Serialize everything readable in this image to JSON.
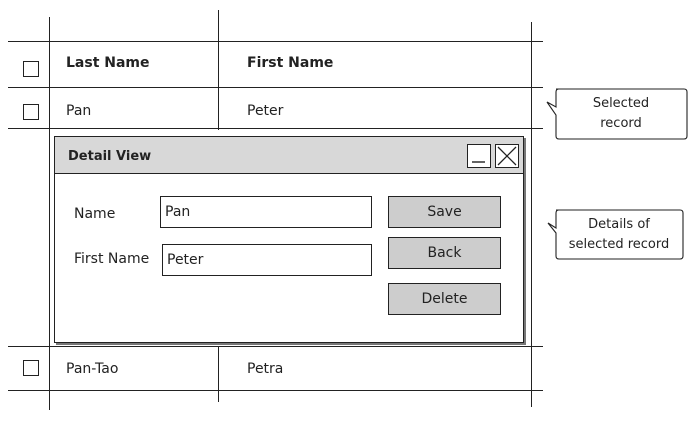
{
  "table": {
    "headers": {
      "last_name": "Last Name",
      "first_name": "First Name"
    },
    "rows": [
      {
        "last_name": "Pan",
        "first_name": "Peter"
      },
      {
        "last_name": "Pan-Tao",
        "first_name": "Petra"
      }
    ]
  },
  "detail_view": {
    "title": "Detail View",
    "name_label": "Name",
    "name_value": "Pan",
    "first_name_label": "First Name",
    "first_name_value": "Peter",
    "save_label": "Save",
    "back_label": "Back",
    "delete_label": "Delete",
    "minimize_icon": "minimize-icon",
    "close_icon": "close-icon"
  },
  "callouts": {
    "selected_record": {
      "line1": "Selected",
      "line2": "record"
    },
    "details": {
      "line1": "Details of",
      "line2": "selected record"
    }
  }
}
